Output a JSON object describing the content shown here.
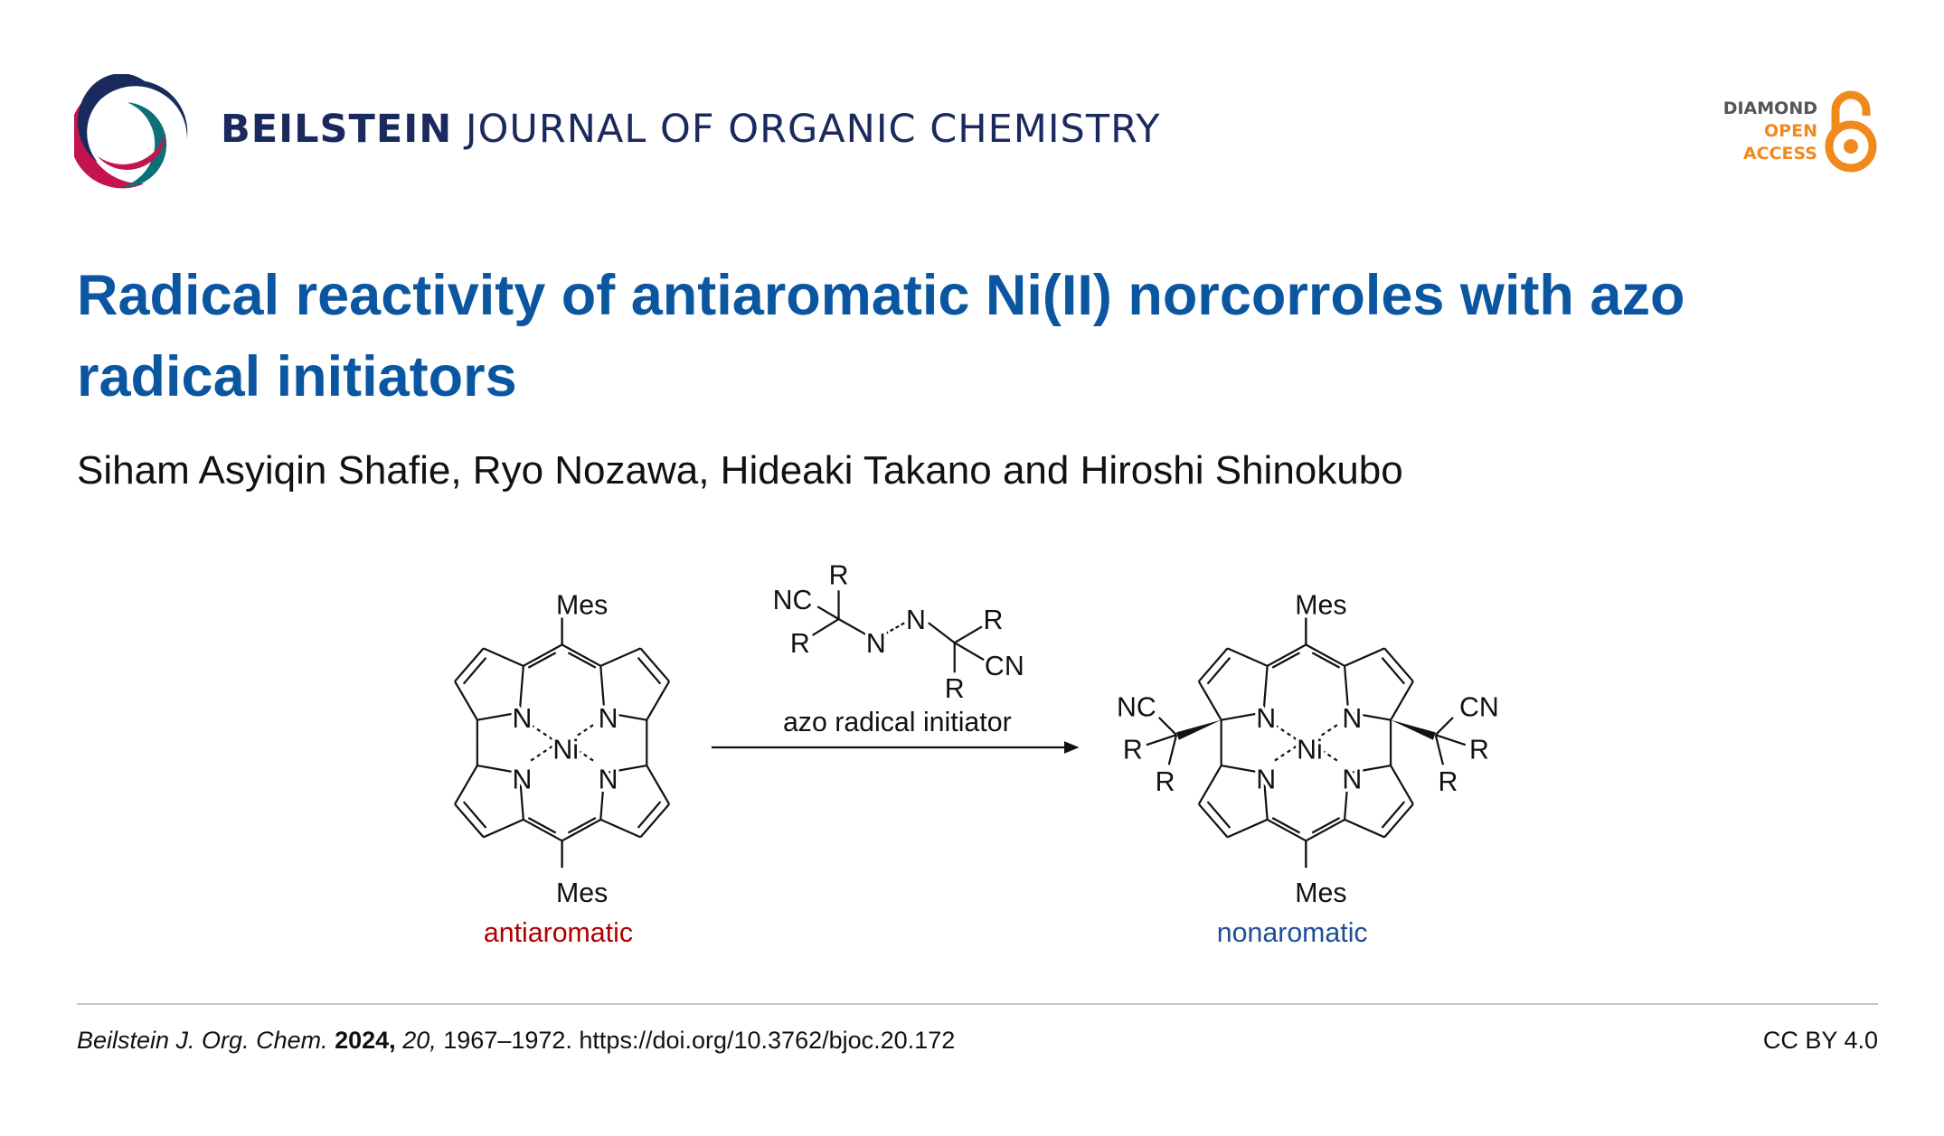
{
  "header": {
    "journal_bold": "BEILSTEIN",
    "journal_rest": "JOURNAL OF ORGANIC CHEMISTRY",
    "badge": {
      "line1": "DIAMOND",
      "line2": "OPEN",
      "line3": "ACCESS",
      "icon": "open-lock-icon"
    }
  },
  "article": {
    "title": "Radical reactivity of antiaromatic Ni(II) norcorroles with azo radical initiators",
    "authors": "Siham Asyiqin Shafie, Ryo Nozawa, Hideaki Takano and Hiroshi Shinokubo"
  },
  "scheme": {
    "mes": "Mes",
    "n": "N",
    "ni": "Ni",
    "r": "R",
    "nc": "NC",
    "cn": "CN",
    "reagent_label": "azo radical initiator",
    "left_label": "antiaromatic",
    "right_label": "nonaromatic",
    "colors": {
      "antiaromatic": "#b00000",
      "nonaromatic": "#1f4e96"
    }
  },
  "footer": {
    "journal_abbr": "Beilstein J. Org. Chem.",
    "year": "2024,",
    "volume": "20,",
    "pages_doi": "1967–1972. https://doi.org/10.3762/bjoc.20.172",
    "license": "CC BY 4.0"
  }
}
